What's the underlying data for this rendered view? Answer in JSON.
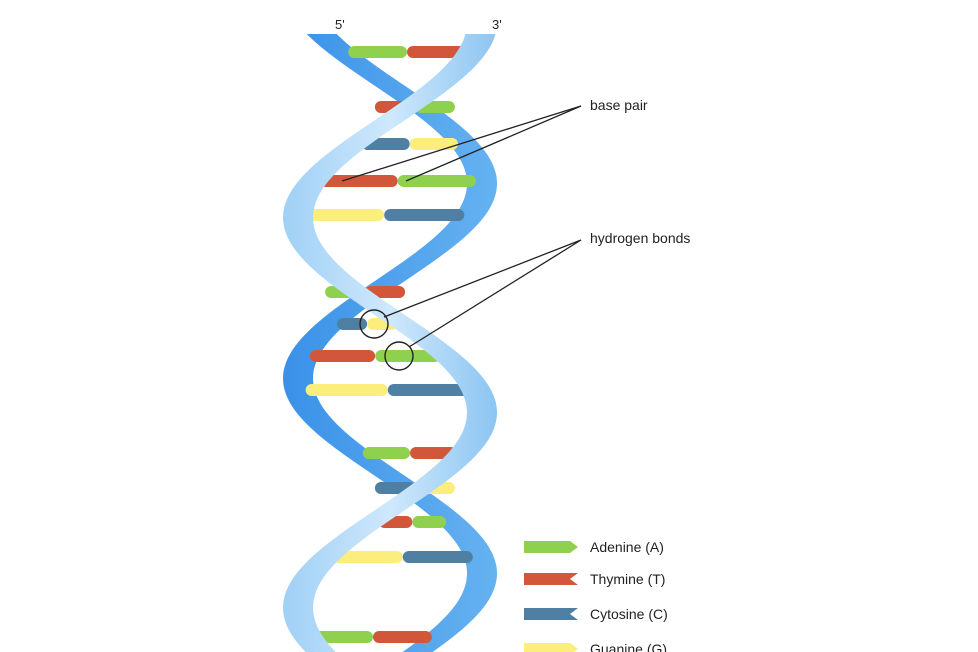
{
  "diagram": {
    "strand_end_labels": {
      "left": "5'",
      "right": "3'"
    },
    "callouts": {
      "base_pair": "base pair",
      "hydrogen_bonds": "hydrogen bonds"
    },
    "legend": [
      {
        "label": "Adenine (A)",
        "color": "#8fd14f",
        "shape": "arrow-head"
      },
      {
        "label": "Thymine (T)",
        "color": "#d2573a",
        "shape": "notch"
      },
      {
        "label": "Cytosine (C)",
        "color": "#4f7fa3",
        "shape": "notch"
      },
      {
        "label": "Guanine (G)",
        "color": "#fbee7c",
        "shape": "arrow-head"
      }
    ],
    "colors": {
      "backbone_light": "#bfe0fb",
      "backbone_mid": "#8ec6f3",
      "backbone_dark": "#3f9aea",
      "callout_line": "#222222"
    },
    "base_pairs_top_to_bottom": [
      "A-T",
      "T-A",
      "C-G",
      "T-A",
      "G-C",
      "A-T",
      "C-G",
      "T-A",
      "G-C",
      "A-T",
      "C-G",
      "T-A",
      "G-C",
      "A-T"
    ]
  }
}
